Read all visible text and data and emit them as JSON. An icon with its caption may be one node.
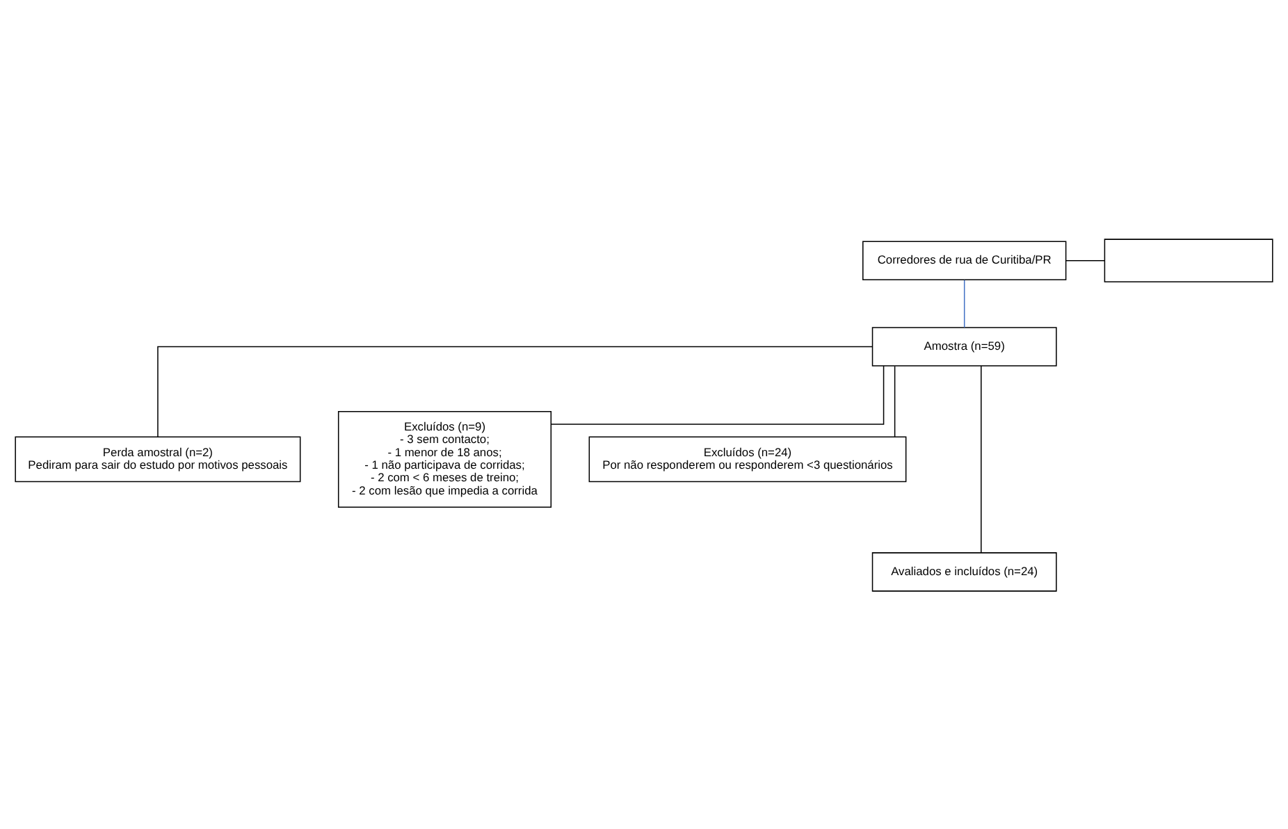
{
  "diagram": {
    "nodes": [
      {
        "text": [
          "Corredores de rua de Curitiba/PR"
        ]
      },
      {
        "text": [],
        "shape": "box"
      },
      {
        "text": [
          "Amostra (n=59)"
        ]
      },
      {
        "text": [
          "Perda amostral (n=2)",
          "Pediram para sair do estudo por motivos pessoais"
        ]
      },
      {
        "text": [
          "Excluídos (n=9)",
          "- 3 sem contacto;",
          "- 1 menor de 18 anos;",
          "- 1 não participava de corridas;",
          "- 2 com < 6 meses de treino;",
          "- 2 com lesão que impedia a corrida"
        ]
      },
      {
        "text": [
          "Excluídos (n=24)",
          "Por não responderem ou responderem <3 questionários"
        ]
      },
      {
        "text": [
          "Avaliados e incluídos (n=24)"
        ]
      }
    ],
    "edges": [
      {
        "from": 0,
        "to": 1,
        "arrow": "none"
      },
      {
        "from": 0,
        "to": 2,
        "arrow": "none",
        "color": "#4472c4"
      },
      {
        "from": 2,
        "to": 3,
        "arrow": "none"
      },
      {
        "from": 2,
        "to": 4,
        "arrow": "none"
      },
      {
        "from": 2,
        "to": 5,
        "arrow": "none"
      },
      {
        "from": 2,
        "to": 6,
        "arrow": "none"
      }
    ]
  }
}
